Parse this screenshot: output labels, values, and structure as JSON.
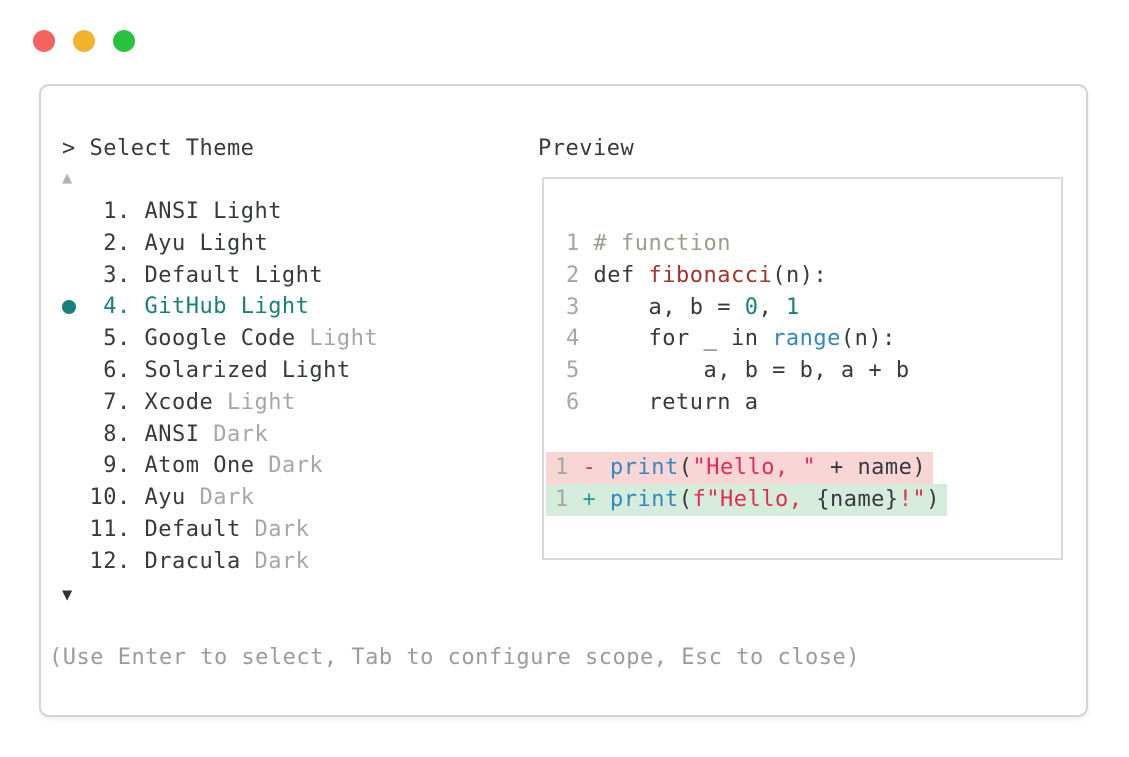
{
  "window": {
    "controls": [
      {
        "name": "close"
      },
      {
        "name": "minimize"
      },
      {
        "name": "zoom"
      }
    ]
  },
  "panel": {
    "prompt": "> Select Theme",
    "scroll_up_icon": "▲",
    "scroll_down_icon": "▼",
    "hint": "(Use Enter to select, Tab to configure scope, Esc to close)",
    "themes": [
      {
        "num": " 1.",
        "name": "ANSI Light",
        "suffix": "",
        "selected": false
      },
      {
        "num": " 2.",
        "name": "Ayu Light",
        "suffix": "",
        "selected": false
      },
      {
        "num": " 3.",
        "name": "Default Light",
        "suffix": "",
        "selected": false
      },
      {
        "num": " 4.",
        "name": "GitHub Light",
        "suffix": "",
        "selected": true
      },
      {
        "num": " 5.",
        "name": "Google Code",
        "suffix": " Light",
        "selected": false
      },
      {
        "num": " 6.",
        "name": "Solarized Light",
        "suffix": "",
        "selected": false
      },
      {
        "num": " 7.",
        "name": "Xcode",
        "suffix": " Light",
        "selected": false
      },
      {
        "num": " 8.",
        "name": "ANSI",
        "suffix": " Dark",
        "selected": false
      },
      {
        "num": " 9.",
        "name": "Atom One",
        "suffix": " Dark",
        "selected": false
      },
      {
        "num": "10.",
        "name": "Ayu",
        "suffix": " Dark",
        "selected": false
      },
      {
        "num": "11.",
        "name": "Default",
        "suffix": " Dark",
        "selected": false
      },
      {
        "num": "12.",
        "name": "Dracula",
        "suffix": " Dark",
        "selected": false
      }
    ]
  },
  "preview": {
    "label": "Preview",
    "code_lines": [
      [
        [
          "1 ",
          "num"
        ],
        [
          "# function",
          "comment"
        ]
      ],
      [
        [
          "2 ",
          "num"
        ],
        [
          "def ",
          "plain"
        ],
        [
          "fibonacci",
          "func"
        ],
        [
          "(n):",
          "plain"
        ]
      ],
      [
        [
          "3 ",
          "num"
        ],
        [
          "    a, b = ",
          "plain"
        ],
        [
          "0",
          "numlit"
        ],
        [
          ", ",
          "plain"
        ],
        [
          "1",
          "numlit"
        ]
      ],
      [
        [
          "4 ",
          "num"
        ],
        [
          "    for _ in ",
          "plain"
        ],
        [
          "range",
          "builtin"
        ],
        [
          "(n):",
          "plain"
        ]
      ],
      [
        [
          "5 ",
          "num"
        ],
        [
          "        a, b = b, a + b",
          "plain"
        ]
      ],
      [
        [
          "6 ",
          "num"
        ],
        [
          "    return a",
          "plain"
        ]
      ]
    ],
    "diff_lines": [
      {
        "kind": "removed",
        "segments": [
          [
            "1 ",
            "num"
          ],
          [
            "- ",
            "minus"
          ],
          [
            "print",
            "builtin"
          ],
          [
            "(",
            "plain"
          ],
          [
            "\"Hello, \"",
            "string"
          ],
          [
            " + name)",
            "plain"
          ]
        ]
      },
      {
        "kind": "added",
        "segments": [
          [
            "1 ",
            "num"
          ],
          [
            "+ ",
            "plus"
          ],
          [
            "print",
            "builtin"
          ],
          [
            "(",
            "plain"
          ],
          [
            "f\"Hello, ",
            "string"
          ],
          [
            "{name}",
            "plain"
          ],
          [
            "!\"",
            "string"
          ],
          [
            ")",
            "plain"
          ]
        ]
      }
    ]
  },
  "colors": {
    "ink": "#363a3e",
    "muted": "#a6a6a6",
    "linenum": "#a6a6a6",
    "hint": "#9b9b9b",
    "teal": "#17807a",
    "comment": "#9b9e8c",
    "func-red": "#a93129",
    "blue": "#3287bd",
    "crimson": "#e12d55",
    "plus-teal": "#27a093",
    "removed-bg": "#f8d6d5",
    "added-bg": "#d5ebdb",
    "panel-border": "#d4d4d4",
    "preview-border": "#d9d9d9",
    "arrow-up": "#b3b3b3",
    "arrow-down": "#2f3337",
    "traffic-red": "#f4635e",
    "traffic-yellow": "#f0b42c",
    "traffic-green": "#27c33f"
  }
}
